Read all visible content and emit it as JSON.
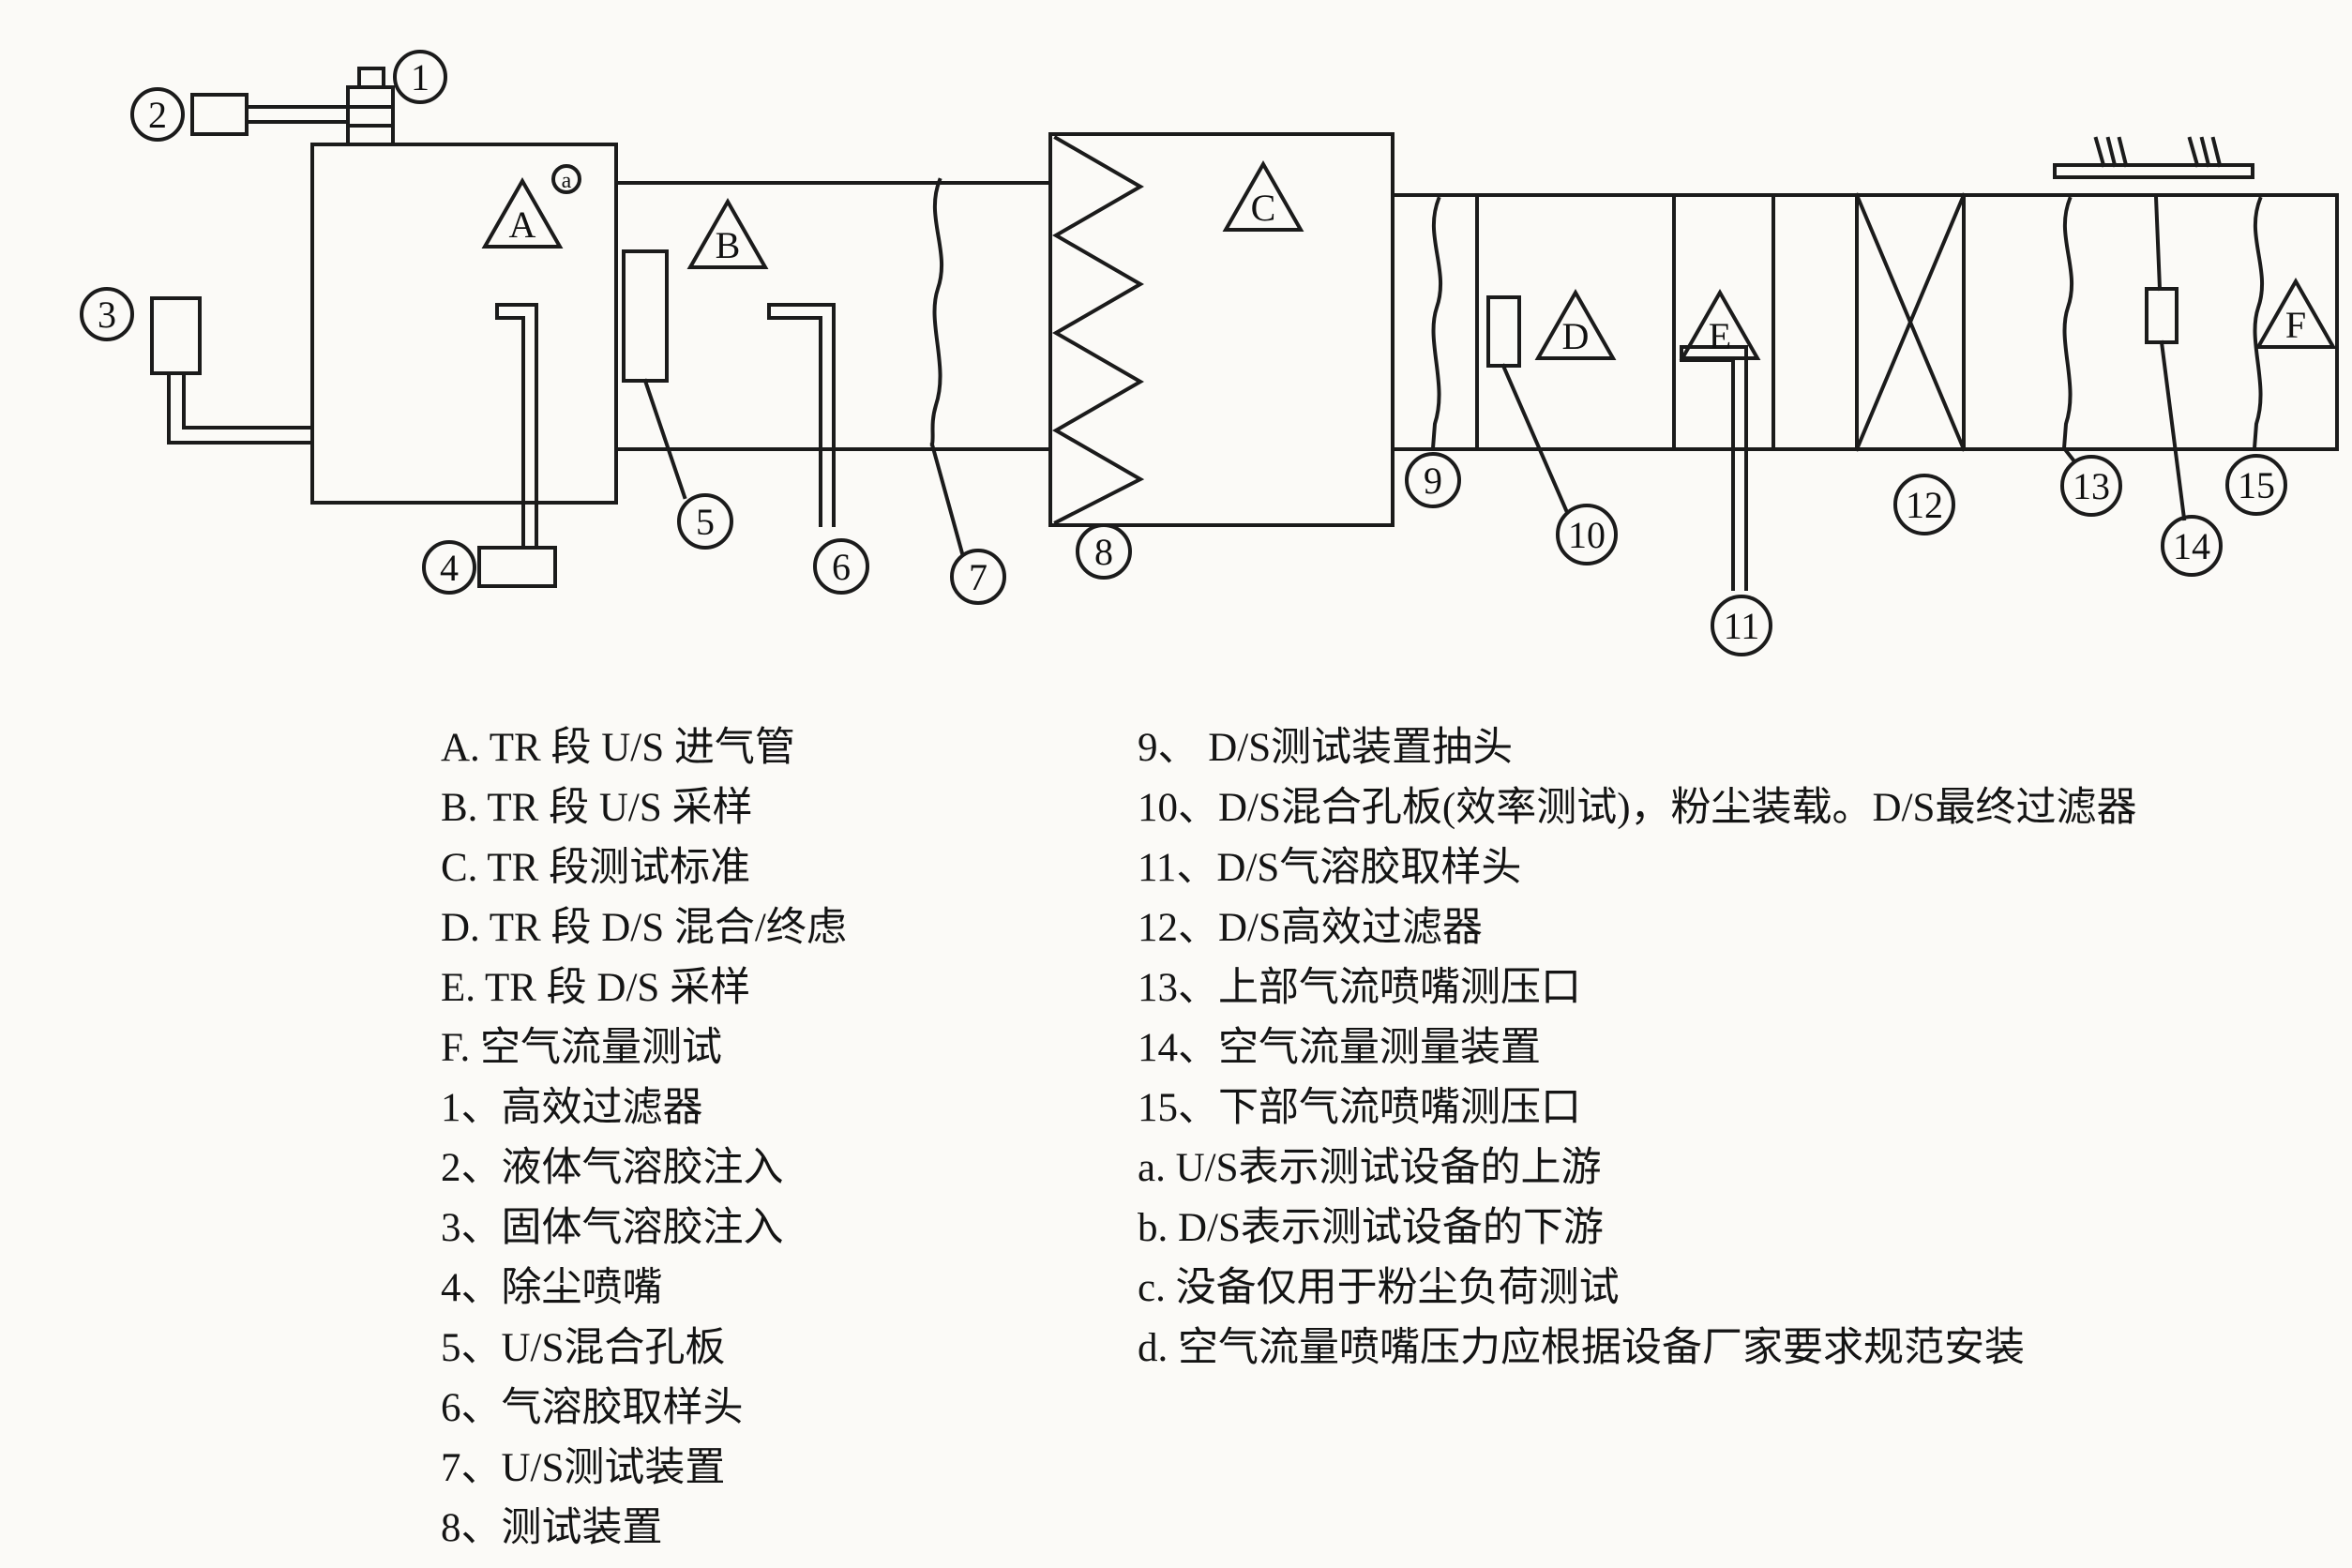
{
  "diagram": {
    "triangles": [
      "A",
      "B",
      "C",
      "D",
      "E",
      "F"
    ],
    "circles": [
      "1",
      "2",
      "3",
      "4",
      "5",
      "6",
      "7",
      "8",
      "9",
      "10",
      "11",
      "12",
      "13",
      "14",
      "15"
    ],
    "note_a": "a",
    "colors": {
      "line": "#1b1b1b",
      "background": "#fbfaf7",
      "text": "#141414"
    }
  },
  "legend": {
    "left": [
      "A. TR 段 U/S 进气管",
      "B. TR 段 U/S 采样",
      "C. TR 段测试标准",
      "D. TR 段 D/S 混合/终虑",
      "E. TR 段 D/S 采样",
      "F. 空气流量测试",
      "1、高效过滤器",
      "2、液体气溶胶注入",
      "3、固体气溶胶注入",
      "4、除尘喷嘴",
      "5、U/S混合孔板",
      "6、气溶胶取样头",
      "7、U/S测试装置",
      "8、测试装置"
    ],
    "right": [
      "9、 D/S测试装置抽头",
      "10、D/S混合孔板(效率测试)，粉尘装载。D/S最终过滤器",
      "11、D/S气溶胶取样头",
      "12、D/S高效过滤器",
      "13、上部气流喷嘴测压口",
      "14、空气流量测量装置",
      "15、下部气流喷嘴测压口",
      "a.  U/S表示测试设备的上游",
      "b.  D/S表示测试设备的下游",
      "c.  没备仅用于粉尘负荷测试",
      "d.  空气流量喷嘴压力应根据设备厂家要求规范安装"
    ]
  }
}
